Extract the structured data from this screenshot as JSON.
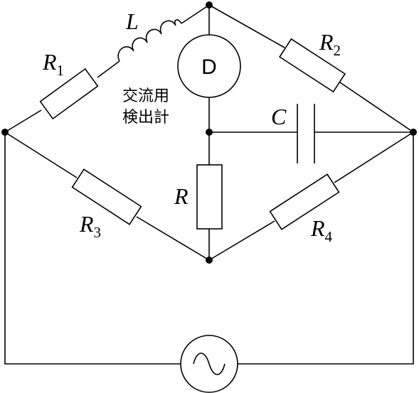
{
  "labels": {
    "L": "L",
    "R1": {
      "main": "R",
      "sub": "1"
    },
    "R2": {
      "main": "R",
      "sub": "2"
    },
    "R3": {
      "main": "R",
      "sub": "3"
    },
    "R4": {
      "main": "R",
      "sub": "4"
    },
    "R": "R",
    "C": "C"
  },
  "detector": {
    "symbol": "D",
    "caption_line1": "交流用",
    "caption_line2": "検出計"
  }
}
